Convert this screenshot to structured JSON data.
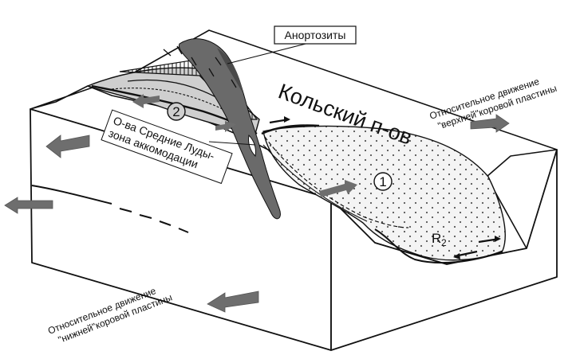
{
  "labels": {
    "anorthosites": "Анортозиты",
    "kola": "Кольский п-ов",
    "sredny_line1": "О-ва Средние Луды-",
    "sredny_line2": "зона аккомодации",
    "upper_line1": "Относительное движение",
    "upper_line2": "\"верхней\"коровой пластины",
    "lower_line1": "Относительное движение",
    "lower_line2": "\"нижней\"коровой пластины",
    "zone1": "1",
    "zone2": "2",
    "r2": "R",
    "r2_sub": "2"
  },
  "colors": {
    "ink": "#111111",
    "arrow_fill": "#6e6e6e",
    "anorthosite_fill": "#6a6a6a",
    "basin2_fill": "#cfcfcf",
    "basin1_fill": "#efefef",
    "dot": "#555555",
    "background": "#ffffff"
  },
  "icons": {
    "arrow": "block-arrow-icon",
    "circle": "circled-number"
  }
}
